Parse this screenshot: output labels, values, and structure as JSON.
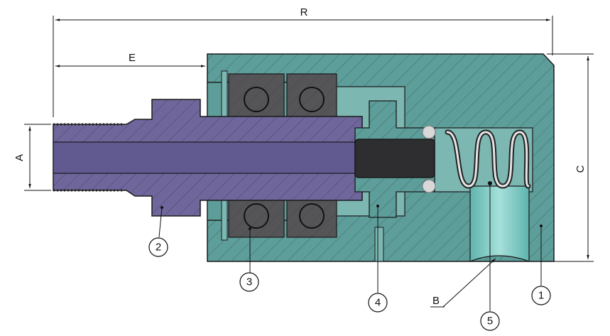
{
  "dimensions": {
    "overall_length": "R",
    "shaft_protrusion": "E",
    "thread_diameter": "A",
    "housing_height": "C",
    "port_reference": "B"
  },
  "callouts": [
    "1",
    "2",
    "3",
    "4",
    "5"
  ],
  "colors": {
    "housing": "#5e9e9a",
    "shaft": "#6f679c",
    "bearing": "#4e4e50",
    "bearing_ball": "#3d3d3f",
    "seal_core": "#2e2e30",
    "bore": "#7bc9c3",
    "outline": "#1a1a1a"
  }
}
